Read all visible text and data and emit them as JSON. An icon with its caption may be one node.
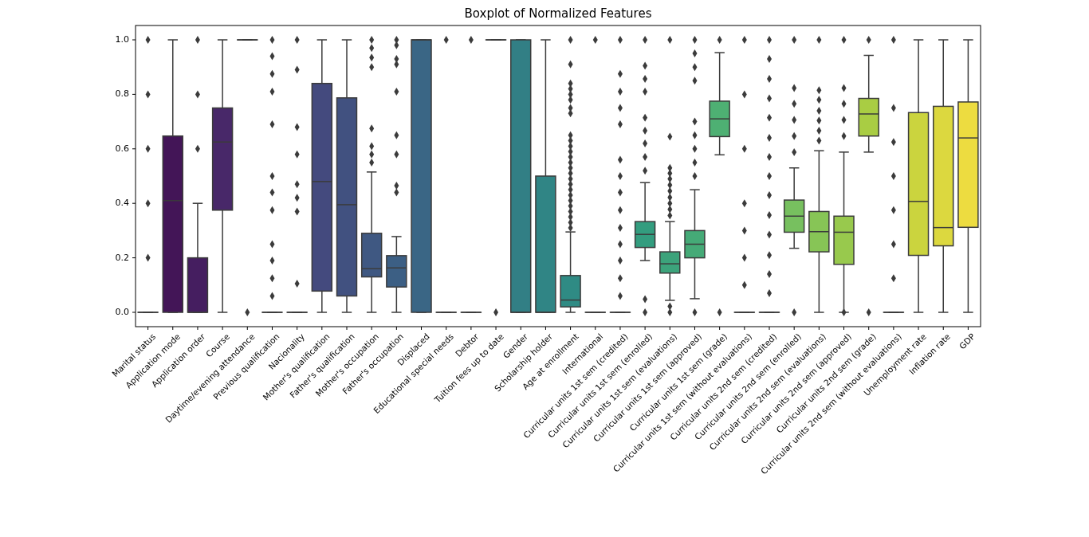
{
  "diagram": {
    "title": "Boxplot of Normalized Features",
    "labels": [
      "1.0",
      "0.8",
      "0.6",
      "0.4",
      "0.2",
      "0.0",
      "Marital status",
      "Application mode",
      "Application order",
      "Course",
      "Daytime/evening attendance",
      "Previous qualification",
      "Nacionality",
      "Mother's qualification",
      "Father's qualification",
      "Mother's occupation",
      "Father's occupation",
      "Displaced",
      "Educational special needs",
      "Debtor",
      "Tuition fees up to date",
      "Gender",
      "Scholarship holder",
      "Age at enrollment",
      "International",
      "Curricular units 1st sem (credited)",
      "Curricular units 1st sem (enrolled)",
      "Curricular units 1st sem (evaluations)",
      "Curricular units 1st sem (approved)",
      "Curricular units 1st sem (grade)",
      "Curricular units 1st sem (without evaluations)",
      "Curricular units 2nd sem (credited)",
      "Curricular units 2nd sem (enrolled)",
      "Curricular units 2nd sem (evaluations)",
      "Curricular units 2nd sem (approved)",
      "Curricular units 2nd sem (grade)",
      "Curricular units 2nd sem (without evaluations)",
      "Unemployment rate",
      "Inflation rate",
      "GDP"
    ]
  }
}
